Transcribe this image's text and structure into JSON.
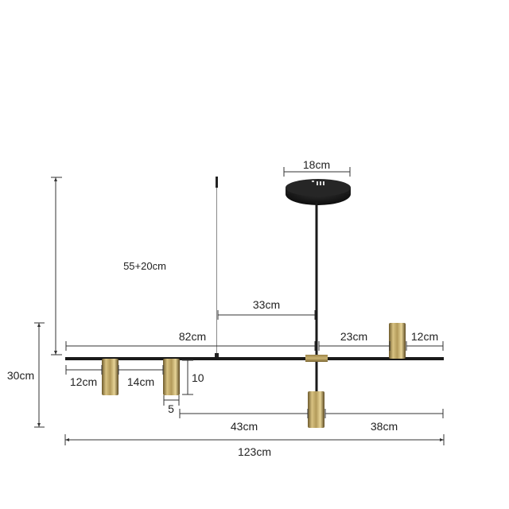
{
  "diagram": {
    "subject": "Linear pendant chandelier with gold cylinder spotlights",
    "colors": {
      "frame": "#1a1a1a",
      "gold_light": "#d8c281",
      "gold_mid": "#b39a5a",
      "gold_dark": "#6e5a2c",
      "dimension_line": "#333333",
      "background": "#ffffff"
    },
    "dimensions": {
      "canopy_width": "18cm",
      "suspension_wire": "55+20cm",
      "wire_to_center": "33cm",
      "left_section": "82cm",
      "center_to_right_light": "23cm",
      "right_light_to_end": "12cm",
      "total_height": "30cm",
      "left_end_to_light1": "12cm",
      "light1_to_light2": "14cm",
      "light_height": "10",
      "light_diameter": "5",
      "light2_to_hanging_light": "43cm",
      "hanging_light_to_end": "38cm",
      "total_length": "123cm"
    }
  }
}
